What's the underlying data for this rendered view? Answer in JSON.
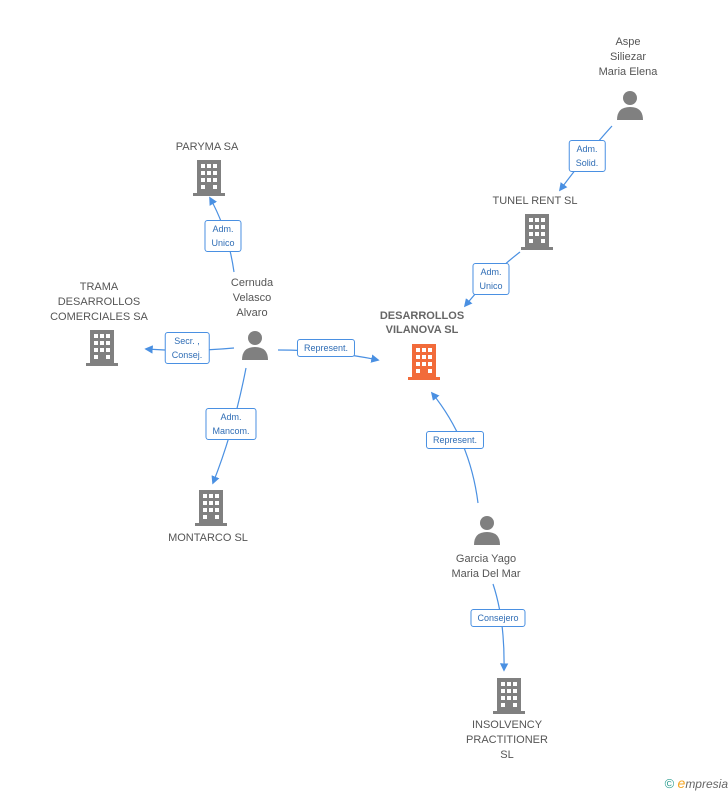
{
  "colors": {
    "edge": "#4a90e2",
    "node_icon": "#808080",
    "central_icon": "#f26b3a"
  },
  "nodes": {
    "aspe": {
      "label": "Aspe\nSiliezar\nMaria Elena",
      "kind": "person"
    },
    "tunel": {
      "label": "TUNEL RENT SL",
      "kind": "company"
    },
    "paryma": {
      "label": "PARYMA SA",
      "kind": "company"
    },
    "cernuda": {
      "label": "Cernuda\nVelasco\nAlvaro",
      "kind": "person"
    },
    "trama": {
      "label": "TRAMA\nDESARROLLOS\nCOMERCIALES SA",
      "kind": "company"
    },
    "desarrollos": {
      "label": "DESARROLLOS\nVILANOVA SL",
      "kind": "company-central"
    },
    "montarco": {
      "label": "MONTARCO SL",
      "kind": "company"
    },
    "garcia": {
      "label": "Garcia Yago\nMaria Del Mar",
      "kind": "person"
    },
    "insolvency": {
      "label": "INSOLVENCY\nPRACTITIONER\nSL",
      "kind": "company"
    }
  },
  "relations": {
    "aspe_tunel": "Adm.\nSolid.",
    "tunel_desarrollos": "Adm.\nUnico",
    "cernuda_paryma": "Adm.\nUnico",
    "cernuda_trama": "Secr. ,\nConsej.",
    "cernuda_desarrollos": "Represent.",
    "cernuda_montarco": "Adm.\nMancom.",
    "garcia_desarrollos": "Represent.",
    "garcia_insolvency": "Consejero"
  },
  "footer": {
    "copyright": "©",
    "brand_initial": "e",
    "brand_rest": "mpresia"
  }
}
